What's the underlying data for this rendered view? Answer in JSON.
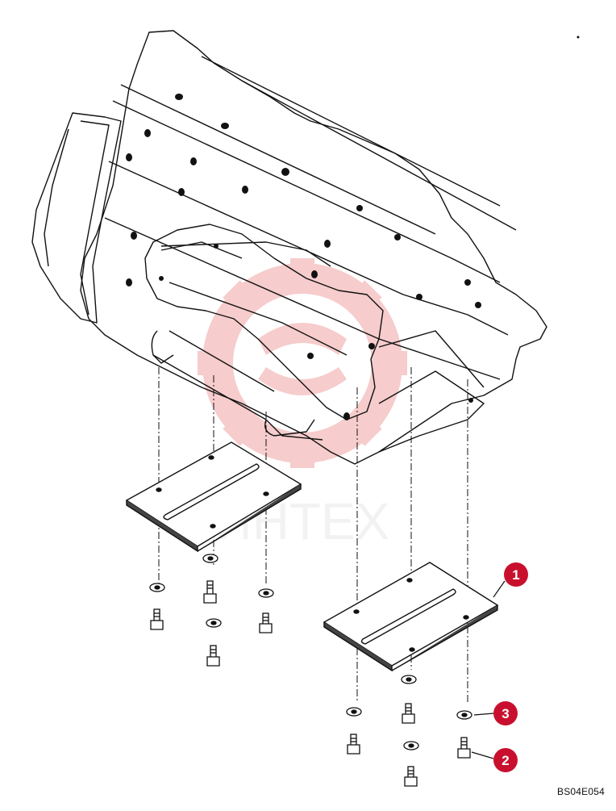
{
  "diagram": {
    "drawing_code": "BS04E054",
    "watermark_text": "ИНТЕХ",
    "callouts": [
      {
        "number": "1"
      },
      {
        "number": "2"
      },
      {
        "number": "3"
      }
    ],
    "colors": {
      "line": "#111111",
      "callout_fill": "#c8102e",
      "callout_text": "#ffffff",
      "watermark": "#e8706e"
    }
  }
}
